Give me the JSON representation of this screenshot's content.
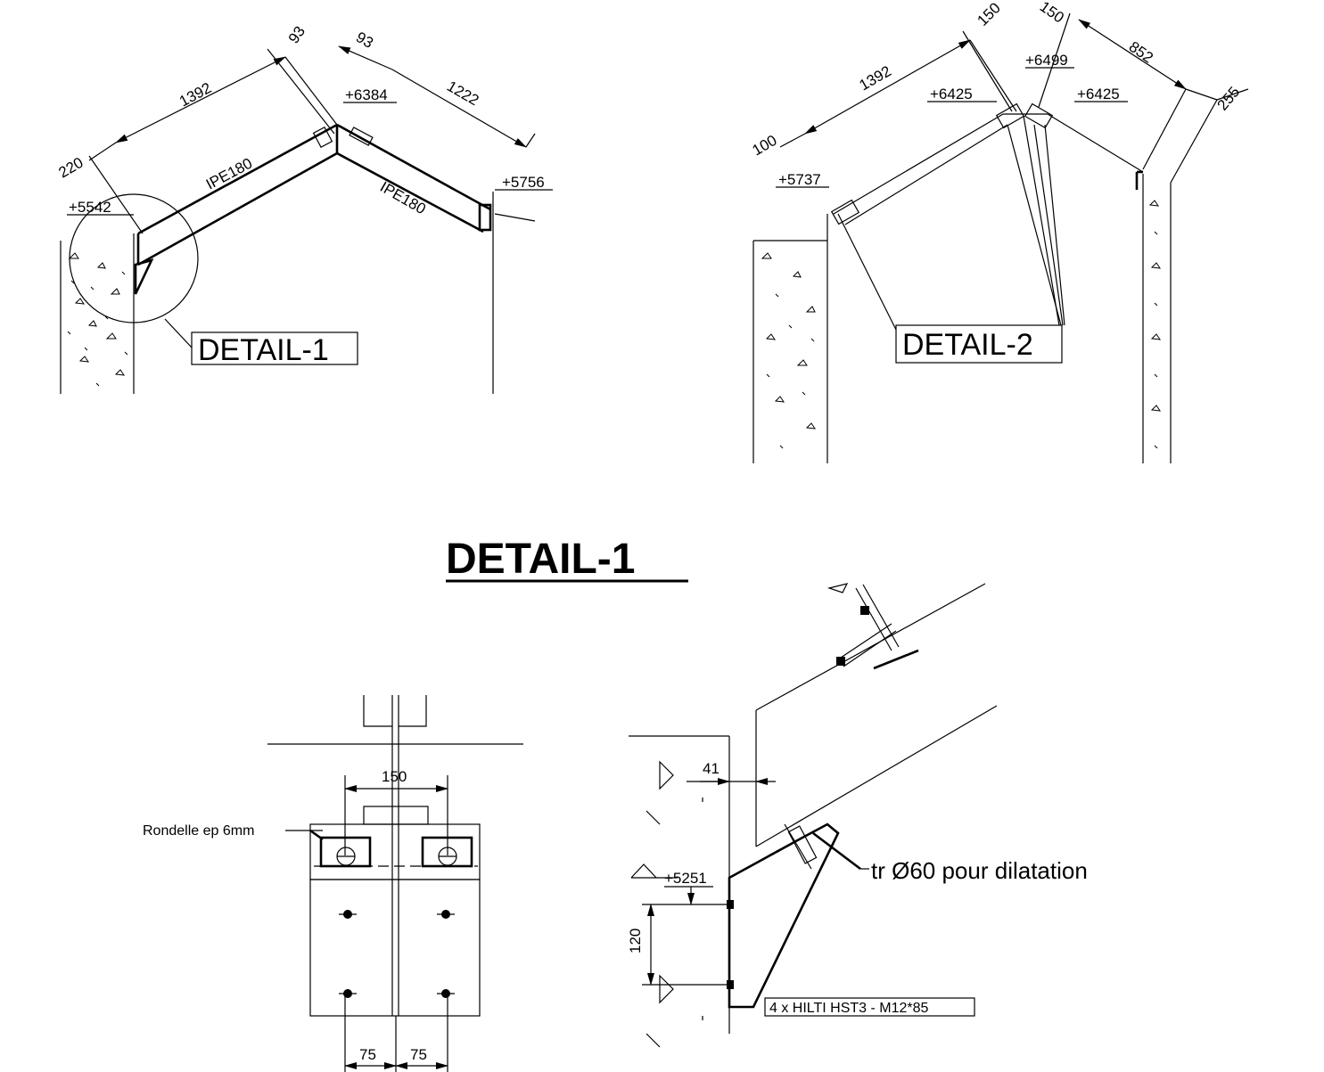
{
  "detail_top_left": {
    "dims": [
      "1392",
      "93",
      "93",
      "1222",
      "220"
    ],
    "levels": [
      "+6384",
      "+5756",
      "+5542"
    ],
    "beams": [
      "IPE180",
      "IPE180"
    ],
    "callout": "DETAIL-1"
  },
  "detail_top_right": {
    "dims": [
      "1392",
      "150",
      "150",
      "852",
      "255",
      "100"
    ],
    "levels": [
      "+6499",
      "+6425",
      "+6425",
      "+5737"
    ],
    "callout": "DETAIL-2"
  },
  "section_title": "DETAIL-1",
  "front_view": {
    "dim_top": "150",
    "dim_bottom_left": "75",
    "dim_bottom_right": "75",
    "washer_note": "Rondelle ep 6mm"
  },
  "side_view": {
    "dim_gap": "41",
    "level": "+5251",
    "dim_vertical": "120",
    "hole_note": "tr Ø60 pour dilatation",
    "anchor_note": "4 x HILTI HST3 - M12*85"
  }
}
